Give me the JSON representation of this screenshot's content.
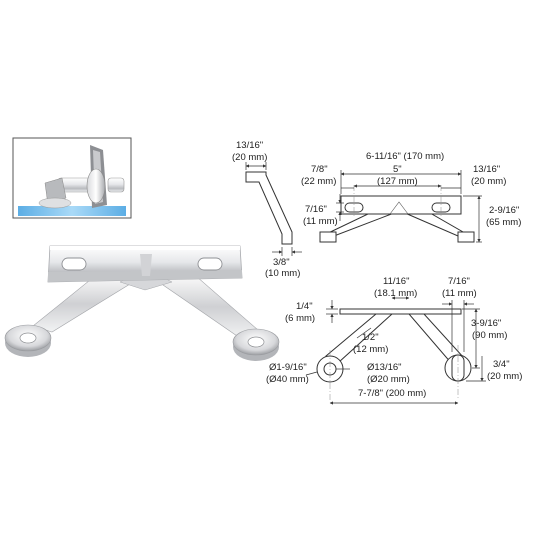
{
  "side_view": {
    "top_width": "13/16\"",
    "top_width_mm": "(20 mm)",
    "thickness": "3/8\"",
    "thickness_mm": "(10 mm)"
  },
  "front_view": {
    "overall_width": "6-11/16\" (170 mm)",
    "flange_offset": "7/8\"",
    "flange_offset_mm": "(22 mm)",
    "hole_spacing": "5\"",
    "hole_spacing_mm": "(127 mm)",
    "end_margin": "13/16\"",
    "end_margin_mm": "(20 mm)",
    "slot_height": "7/16\"",
    "slot_height_mm": "(11 mm)",
    "total_height": "2-9/16\"",
    "total_height_mm": "(65 mm)"
  },
  "top_view": {
    "rib_width": "11/16\"",
    "rib_width_mm": "(18.1 mm)",
    "plate_thickness": "1/4\"",
    "plate_thickness_mm": "(6 mm)",
    "slot_width": "7/16\"",
    "slot_width_mm": "(11 mm)",
    "arm_width": "1/2\"",
    "arm_width_mm": "(12 mm)",
    "arm_depth": "3-9/16\"",
    "arm_depth_mm": "(90 mm)",
    "boss_outer_dia": "Ø1-9/16\"",
    "boss_outer_dia_mm": "(Ø40 mm)",
    "boss_inner_dia": "Ø13/16\"",
    "boss_inner_dia_mm": "(Ø20 mm)",
    "boss_height": "3/4\"",
    "boss_height_mm": "(20 mm)",
    "center_distance": "7-7/8\" (200 mm)"
  },
  "colors": {
    "chrome_light": "#f4f4f6",
    "chrome_mid": "#c9cacd",
    "chrome_dark": "#8c8e92",
    "glass_blue": "#5ab0e8"
  }
}
